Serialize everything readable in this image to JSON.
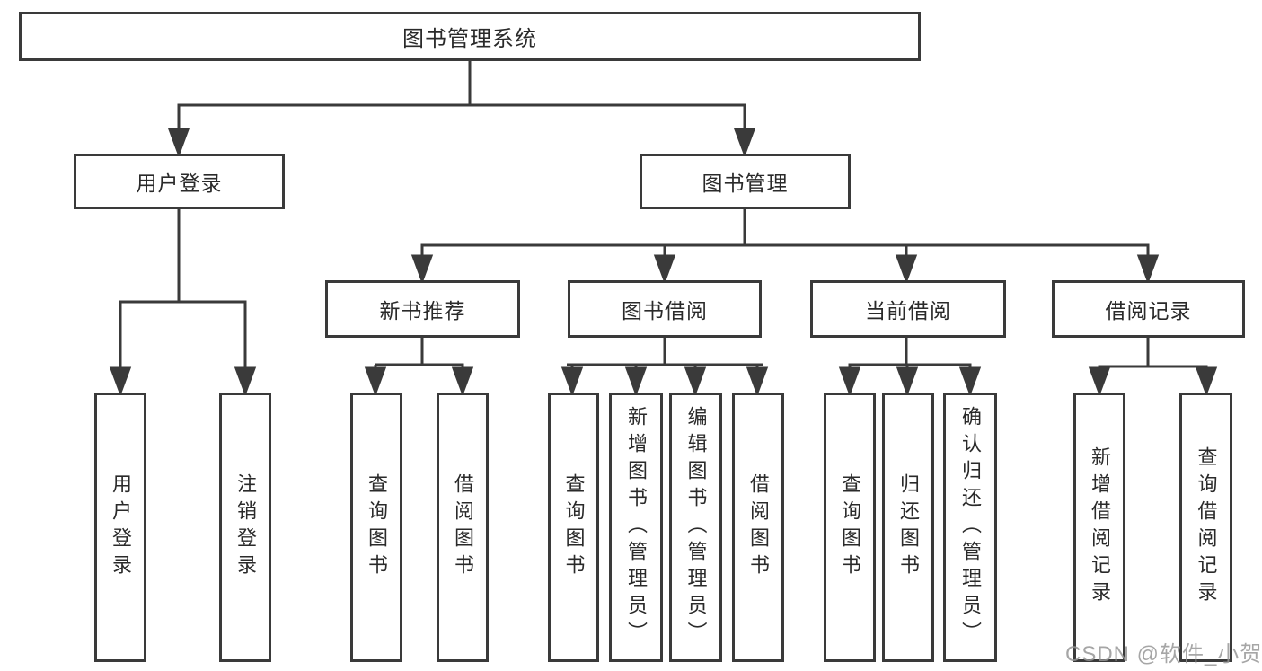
{
  "diagram_title": "图书管理系统",
  "nodes": {
    "root": "图书管理系统",
    "user_login": "用户登录",
    "book_management": "图书管理",
    "new_book_recommend": "新书推荐",
    "book_borrow": "图书借阅",
    "current_borrow": "当前借阅",
    "borrow_record": "借阅记录",
    "leaves": {
      "user_login": "用户登录",
      "logout": "注销登录",
      "query_book_recommend": "查询图书",
      "borrow_book_recommend": "借阅图书",
      "query_book_borrow": "查询图书",
      "add_book_admin": "新增图书（管理员）",
      "edit_book_admin": "编辑图书（管理员）",
      "borrow_book": "借阅图书",
      "query_book_current": "查询图书",
      "return_book": "归还图书",
      "confirm_return_admin": "确认归还（管理员）",
      "add_borrow_record": "新增借阅记录",
      "query_borrow_record": "查询借阅记录"
    }
  },
  "watermark": "CSDN @软件_小贺同学",
  "colors": {
    "line": "#3a3a3a",
    "text": "#2a2a2a",
    "background": "#ffffff",
    "watermark": "#969696"
  }
}
